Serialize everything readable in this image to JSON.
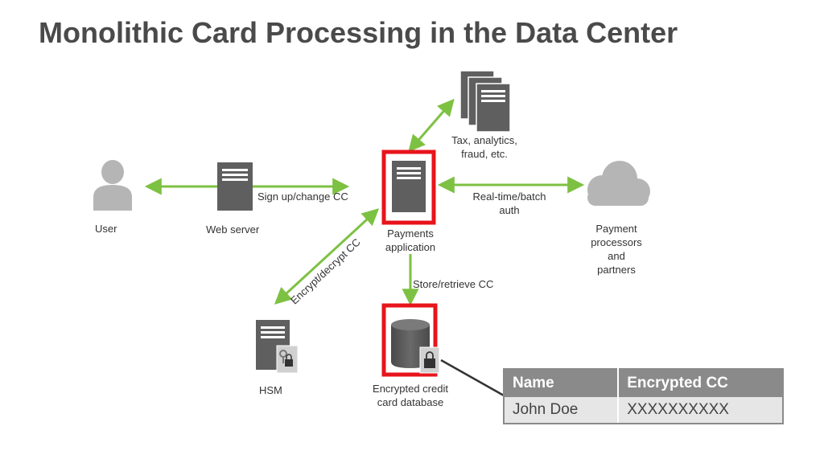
{
  "title": "Monolithic Card Processing in the Data Center",
  "nodes": {
    "user": "User",
    "web_server": "Web server",
    "payments_app": [
      "Payments",
      "application"
    ],
    "tax": [
      "Tax, analytics,",
      "fraud, etc."
    ],
    "processors": [
      "Payment",
      "processors",
      "and",
      "partners"
    ],
    "hsm": "HSM",
    "database": [
      "Encrypted credit",
      "card database"
    ]
  },
  "edges": {
    "signup": "Sign up/change CC",
    "realtime": [
      "Real-time/batch",
      "auth"
    ],
    "encrypt": "Encrypt/decrypt CC",
    "store": "Store/retrieve CC"
  },
  "table": {
    "headers": [
      "Name",
      "Encrypted CC"
    ],
    "rows": [
      [
        "John Doe",
        "XXXXXXXXXX"
      ]
    ]
  },
  "colors": {
    "arrow": "#7dc142",
    "highlight": "#e8141b",
    "server": "#5f5f5f",
    "icon_gray": "#b5b5b5"
  }
}
